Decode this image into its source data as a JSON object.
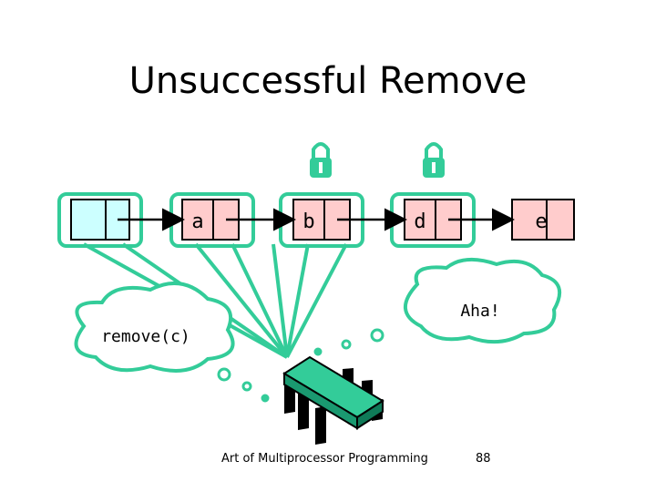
{
  "slide": {
    "title": "Unsuccessful Remove",
    "footer_text": "Art of Multiprocessor Programming",
    "page_number": "88"
  },
  "colors": {
    "accent": "#33CC99",
    "node_key_fill": "#FFCCCC",
    "head_fill": "#CCFFFF",
    "lock_fill": "#33CC99"
  },
  "list": {
    "nodes": [
      {
        "key": "",
        "kind": "head"
      },
      {
        "key": "a",
        "kind": "node"
      },
      {
        "key": "b",
        "kind": "node"
      },
      {
        "key": "d",
        "kind": "node"
      },
      {
        "key": "e",
        "kind": "node"
      }
    ],
    "locked_nodes": [
      "b",
      "d"
    ]
  },
  "thoughts": {
    "left": "remove(c)",
    "right": "Aha!"
  },
  "icons": {
    "lock": "padlock-icon",
    "thread": "thread-chip-icon"
  }
}
